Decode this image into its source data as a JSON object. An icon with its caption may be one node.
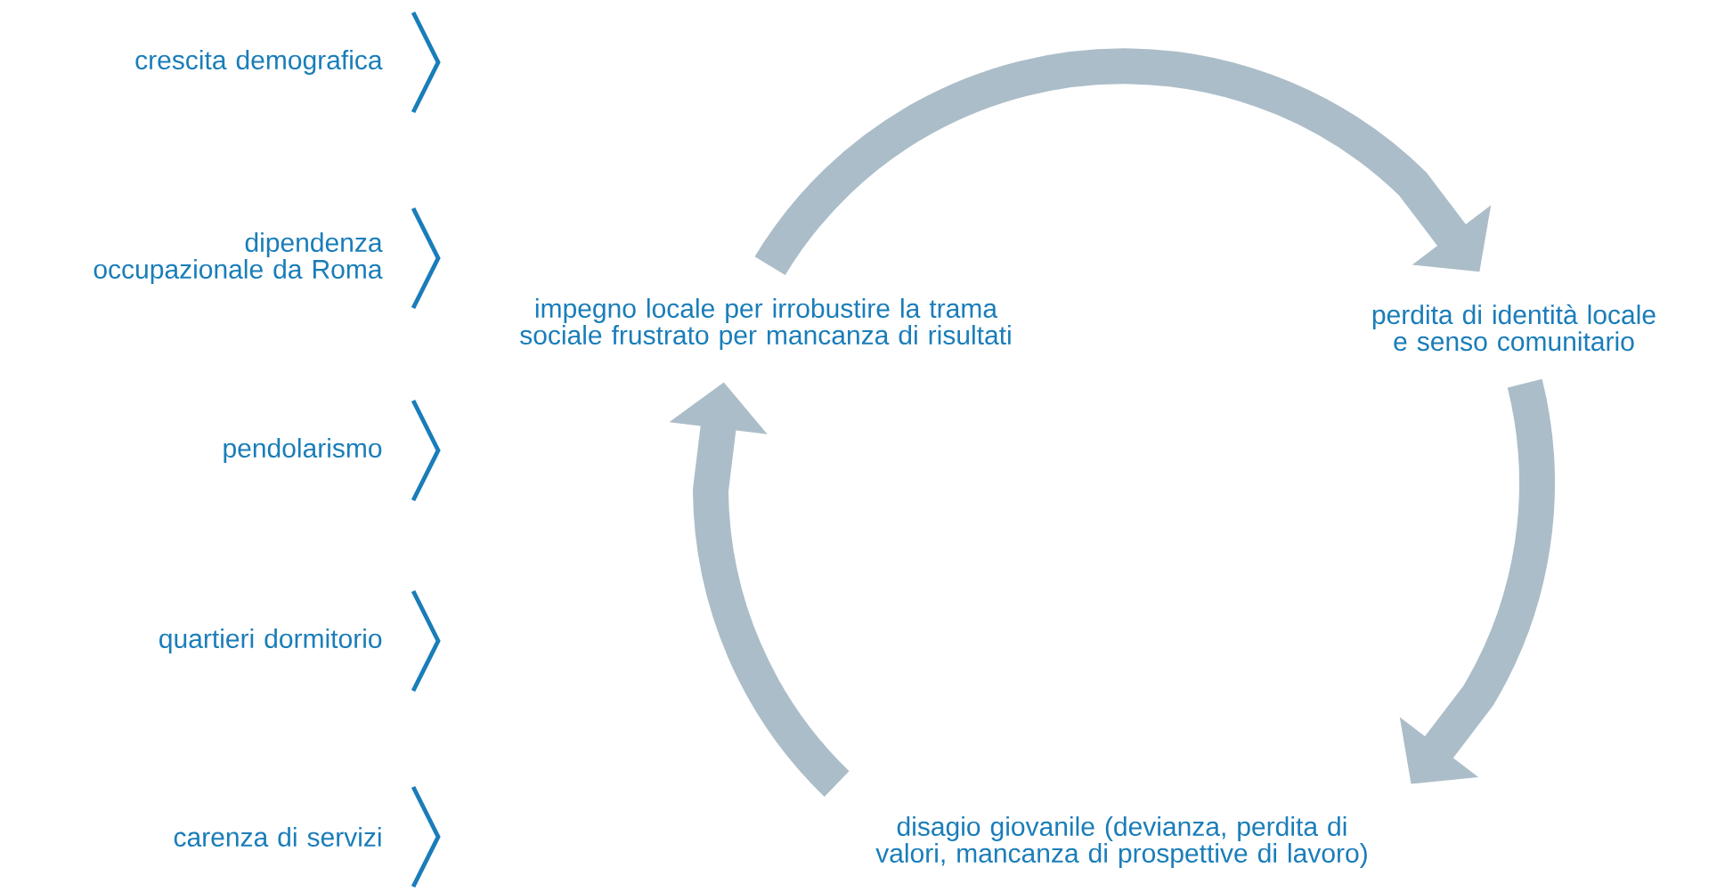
{
  "diagram": {
    "nodes": [
      {
        "text": [
          "impegno locale per irrobustire la trama sociale frustrato per mancanza di risultati"
        ]
      },
      {
        "text": [
          "perdita di identità locale e senso comunitario"
        ]
      },
      {
        "text": [
          "disagio giovanile (devianza, perdita di valori, mancanza di prospettive di lavoro)"
        ]
      }
    ],
    "edges": [
      {
        "from": 0,
        "to": 1,
        "arrow": "to"
      },
      {
        "from": 1,
        "to": 2,
        "arrow": "to"
      },
      {
        "from": 2,
        "to": 0,
        "arrow": "to"
      }
    ],
    "labels": [
      "crescita demografica",
      "dipendenza occupazionale da Roma",
      "pendolarismo",
      "quartieri dormitorio",
      "carenza di servizi"
    ]
  }
}
